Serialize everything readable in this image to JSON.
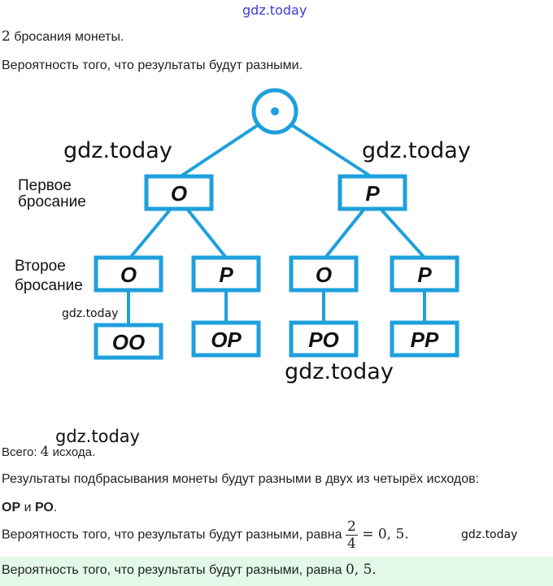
{
  "watermark": "gdz.today",
  "intro": {
    "num": "2",
    "text": " бросания монеты."
  },
  "question": "Вероятность того, что результаты будут разными.",
  "tree": {
    "label_first": [
      "Первое",
      "бросание"
    ],
    "label_second": [
      "Второе",
      "бросание"
    ],
    "level1": [
      "О",
      "Р"
    ],
    "level2": [
      "О",
      "Р",
      "О",
      "Р"
    ],
    "outcomes": [
      "ОО",
      "ОР",
      "РО",
      "РР"
    ]
  },
  "total": {
    "prefix": "Всего: ",
    "num": "4",
    "suffix": " исхода."
  },
  "result_line": "Результаты подбрасывания монеты будут разными в двух из четырёх исходов:",
  "favorable": {
    "a": "ОР",
    "and": " и ",
    "b": "РО",
    "end": "."
  },
  "probability": {
    "text": "Вероятность того, что результаты будут разными, равна ",
    "numerator": "2",
    "denominator": "4",
    "eq": " = 0, 5."
  },
  "answer": {
    "text": "Вероятность того, что результаты будут разными, равна ",
    "value": "0, 5."
  }
}
